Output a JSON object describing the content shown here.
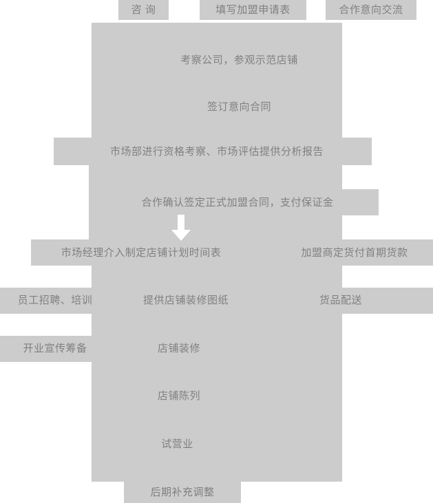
{
  "meta": {
    "title": "加盟流程图",
    "fill_color": "#cccccc",
    "text_color": "#808080",
    "background_color": "#ffffff",
    "arrow_color": "#ffffff"
  },
  "steps": [
    {
      "id": "consult",
      "label": "咨 询"
    },
    {
      "id": "application-form",
      "label": "填写加盟申请表"
    },
    {
      "id": "intent-exchange",
      "label": "合作意向交流"
    },
    {
      "id": "visit-company",
      "label": "考察公司，参观示范店铺"
    },
    {
      "id": "intent-contract",
      "label": "签订意向合同"
    },
    {
      "id": "market-assessment",
      "label": "市场部进行资格考察、市场评估提供分析报告"
    },
    {
      "id": "formal-contract",
      "label": "合作确认签定正式加盟合同，支付保证金"
    },
    {
      "id": "store-schedule",
      "label": "市场经理介入制定店铺计划时间表"
    },
    {
      "id": "first-payment",
      "label": "加盟商定货付首期货款"
    },
    {
      "id": "staff-training",
      "label": "员工招聘、培训"
    },
    {
      "id": "decoration-drawing",
      "label": "提供店铺装修图纸"
    },
    {
      "id": "goods-delivery",
      "label": "货品配送"
    },
    {
      "id": "opening-promotion",
      "label": "开业宣传筹备"
    },
    {
      "id": "store-decoration",
      "label": "店铺装修"
    },
    {
      "id": "store-display",
      "label": "店铺陈列"
    },
    {
      "id": "trial-operation",
      "label": "试营业"
    },
    {
      "id": "later-adjustment",
      "label": "后期补充调整"
    }
  ],
  "arrow": {
    "name": "down-arrow",
    "direction": "down"
  }
}
